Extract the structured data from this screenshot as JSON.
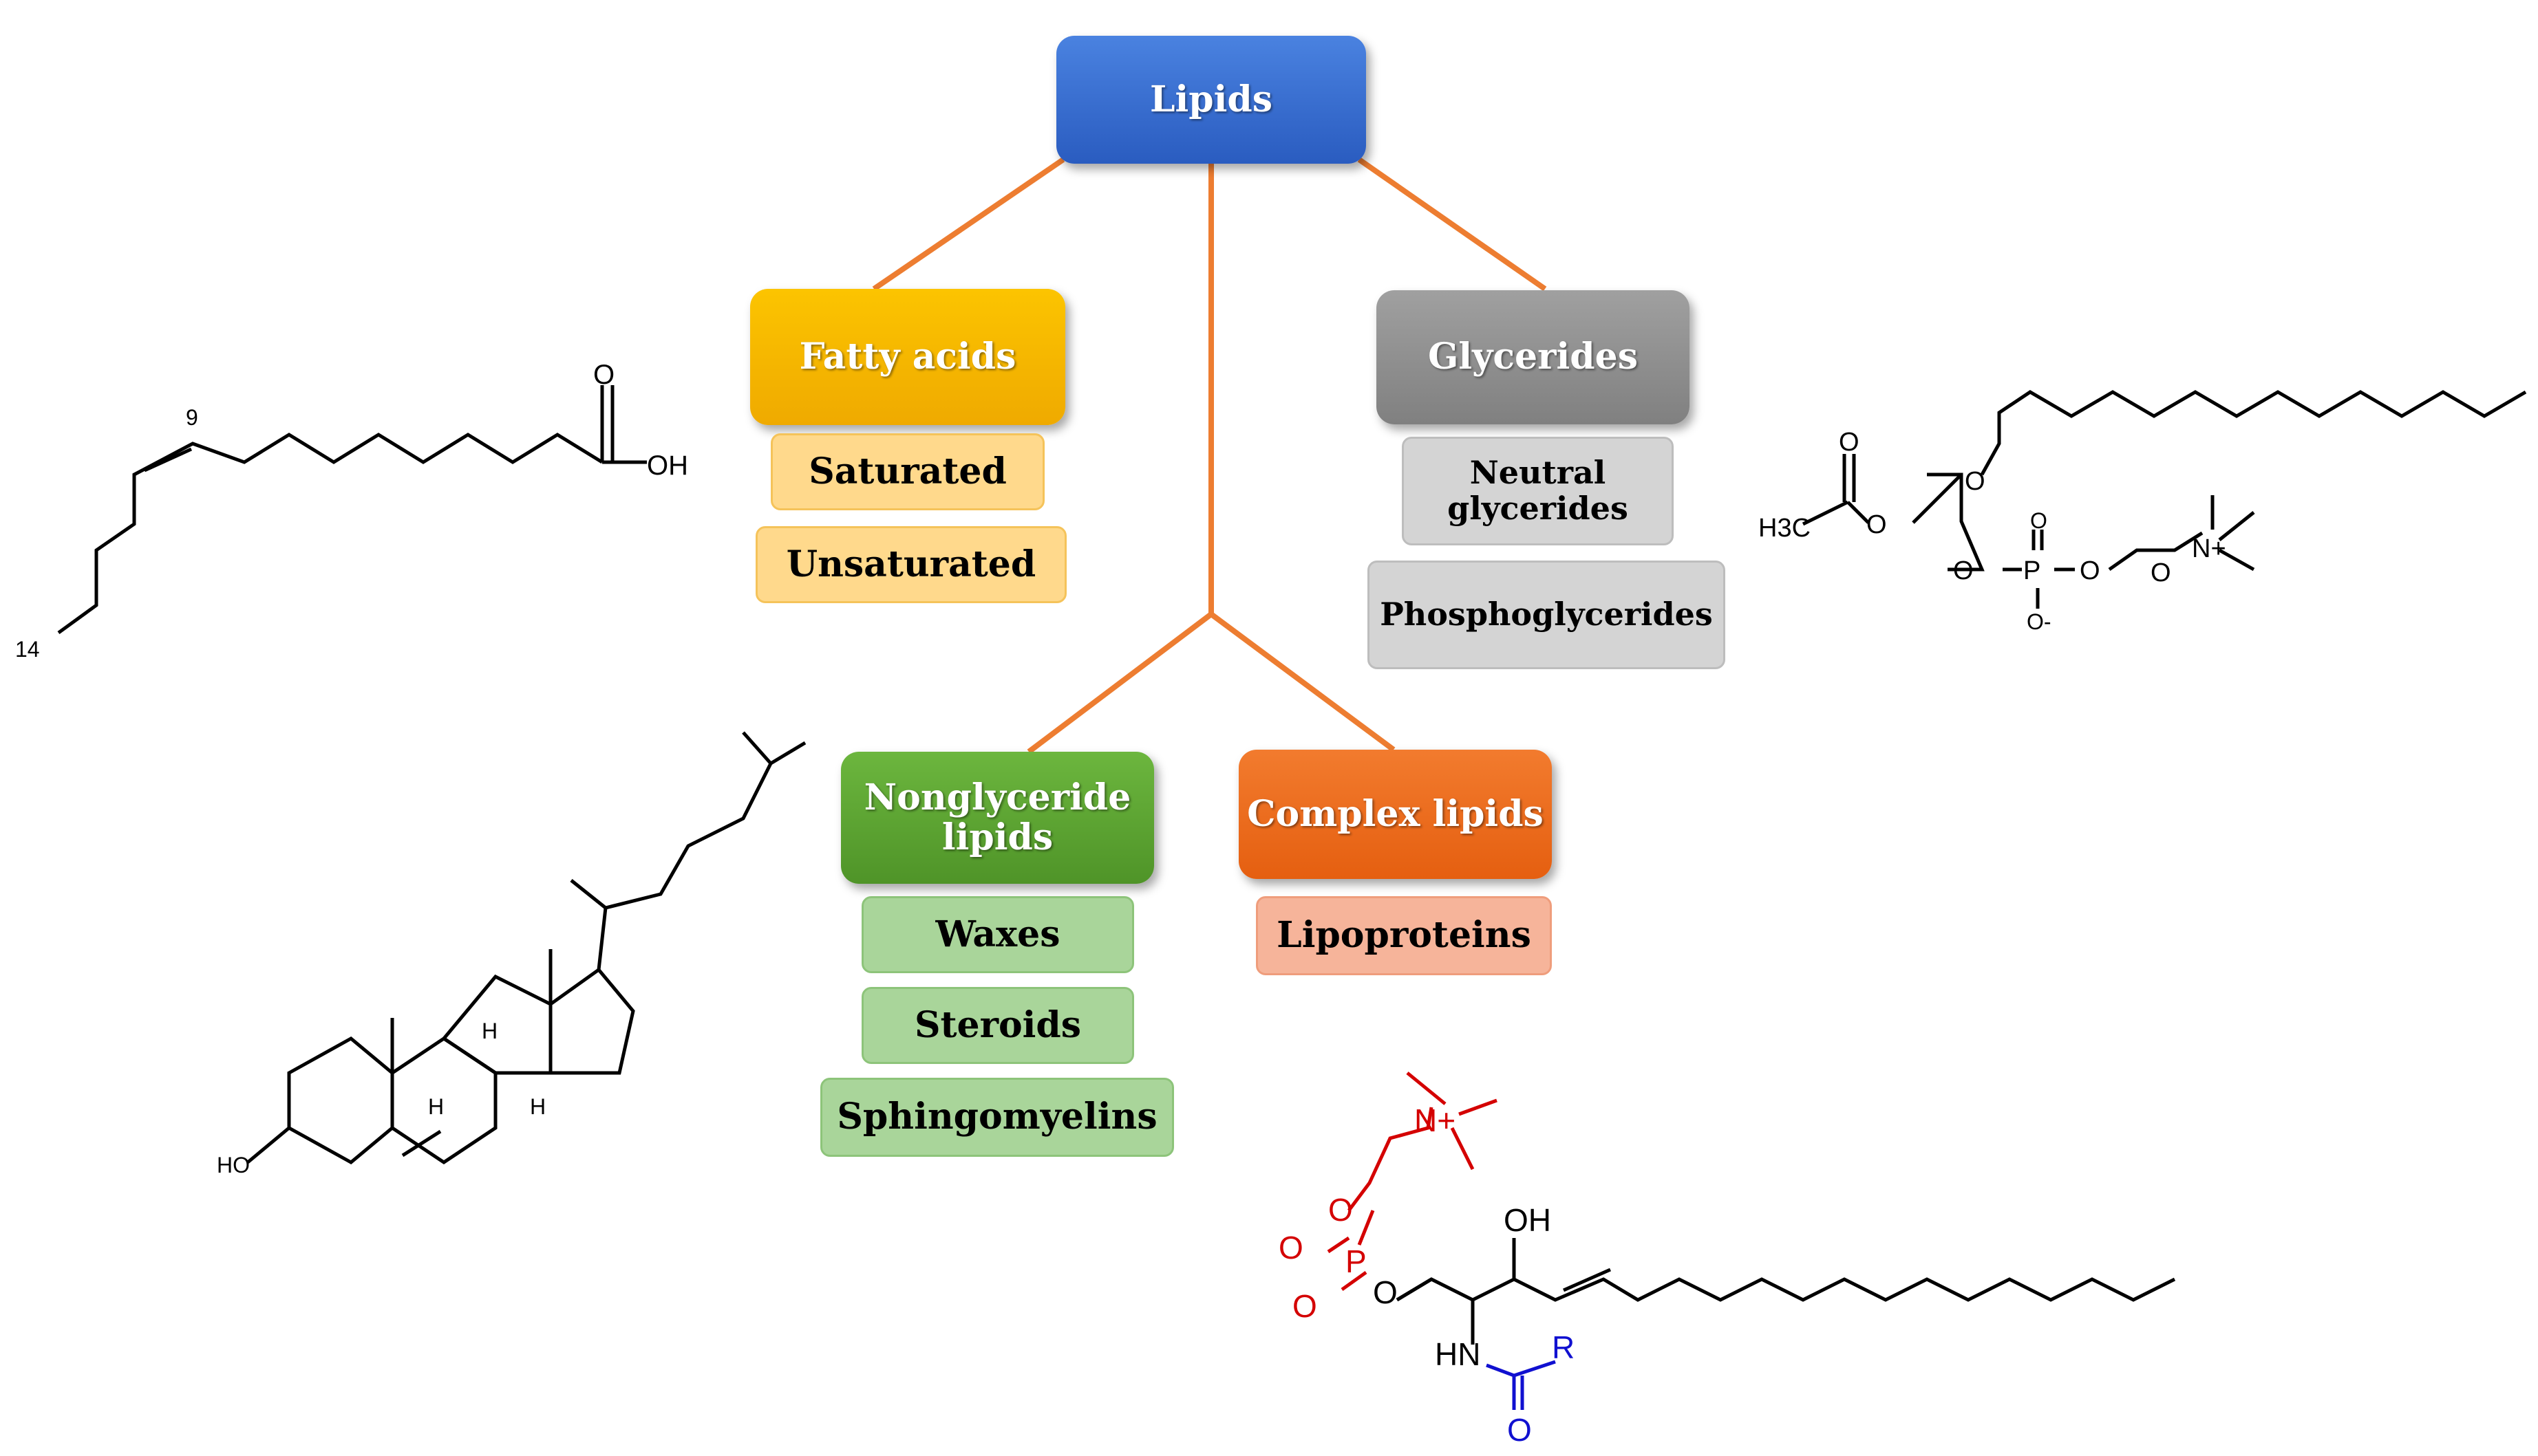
{
  "root": {
    "label": "Lipids",
    "color": "#3a6fd0"
  },
  "categories": {
    "fatty_acids": {
      "label": "Fatty acids",
      "color": "#f5b800",
      "items": [
        "Saturated",
        "Unsaturated"
      ],
      "item_color": "#ffd98c"
    },
    "glycerides": {
      "label": "Glycerides",
      "color": "#8f8f8f",
      "items": [
        "Neutral glycerides",
        "Phosphoglycerides"
      ],
      "item_color": "#d4d4d4"
    },
    "nonglyceride": {
      "label": "Nonglyceride lipids",
      "color": "#5ba532",
      "items": [
        "Waxes",
        "Steroids",
        "Sphingomyelins"
      ],
      "item_color": "#a9d59a"
    },
    "complex": {
      "label": "Complex lipids",
      "color": "#ec6a1c",
      "items": [
        "Lipoproteins"
      ],
      "item_color": "#f6b49a"
    }
  },
  "connector_color": "#ed7d31",
  "molecules": {
    "fatty_acid": {
      "carbonyl_o": "O",
      "hydroxyl": "OH",
      "locant_9": "9",
      "locant_14": "14"
    },
    "phosphoglyceride": {
      "methyl": "H3C",
      "ester_o": "O",
      "carbonyl_o": "O",
      "ether_o": "O",
      "phosphate_o1": "O",
      "phosphorus": "P",
      "phosphate_o2": "O",
      "oxide": "O-",
      "choline_o": "O",
      "ammonium": "N+"
    },
    "cholesterol": {
      "hydroxyl": "HO",
      "h1": "H",
      "h2": "H",
      "h3": "H"
    },
    "sphingomyelin": {
      "hydroxyl": "OH",
      "amide": "HN",
      "r_group": "R",
      "amide_o": "O",
      "phosphorus": "P",
      "po_1": "O",
      "po_2": "O",
      "po_3": "O",
      "po_4": "O",
      "ammonium": "N+"
    }
  }
}
